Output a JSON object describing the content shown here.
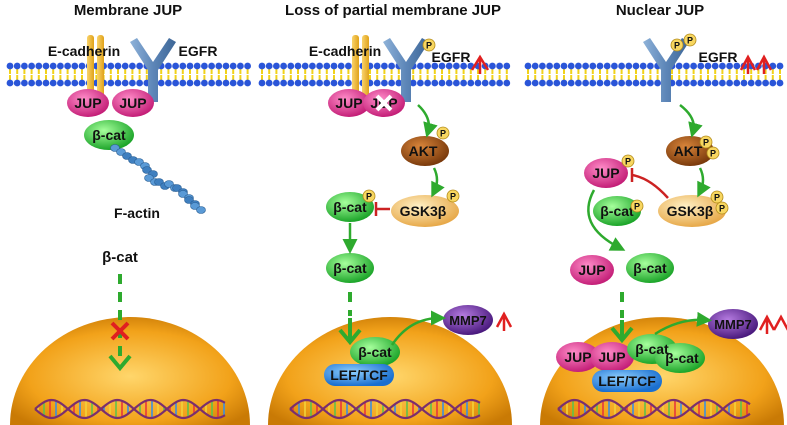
{
  "panels": [
    {
      "title": "Membrane JUP",
      "labels": {
        "ecadherin": "E-cadherin",
        "egfr": "EGFR",
        "jup_a": "JUP",
        "jup_b": "JUP",
        "bcat_membrane": "β-cat",
        "factin": "F-actin",
        "bcat_free": "β-cat"
      }
    },
    {
      "title": "Loss of partial membrane JUP",
      "labels": {
        "ecadherin": "E-cadherin",
        "egfr": "EGFR",
        "jup_a": "JUP",
        "jup_b": "JUP",
        "akt": "AKT",
        "bcat_p": "β-cat",
        "gsk": "GSK3β",
        "bcat_free": "β-cat",
        "bcat_nuc": "β-cat",
        "leftcf": "LEF/TCF",
        "mmp7": "MMP7"
      }
    },
    {
      "title": "Nuclear JUP",
      "labels": {
        "egfr": "EGFR",
        "akt": "AKT",
        "jup_p": "JUP",
        "bcat_p": "β-cat",
        "gsk": "GSK3β",
        "jup_free": "JUP",
        "bcat_free": "β-cat",
        "jup_nuc_a": "JUP",
        "jup_nuc_b": "JUP",
        "bcat_nuc_a": "β-cat",
        "bcat_nuc_b": "β-cat",
        "leftcf": "LEF/TCF",
        "mmp7": "MMP7"
      }
    }
  ],
  "phospho_label": "P",
  "colors": {
    "jup": "#e0338f",
    "bcat": "#2fcf3a",
    "akt": "#9a4d12",
    "gsk": "#f3c474",
    "mmp7": "#6a2c9e",
    "leftcf": "#2b8fe8",
    "nucleus": "#f2a21a",
    "membrane_head": "#2a55d8",
    "membrane_tail": "#f1d21a",
    "arrow": "#2eaa2e",
    "inhibit": "#cc2222",
    "up_arrow": "#e02020",
    "phospho": "#f7d660"
  }
}
